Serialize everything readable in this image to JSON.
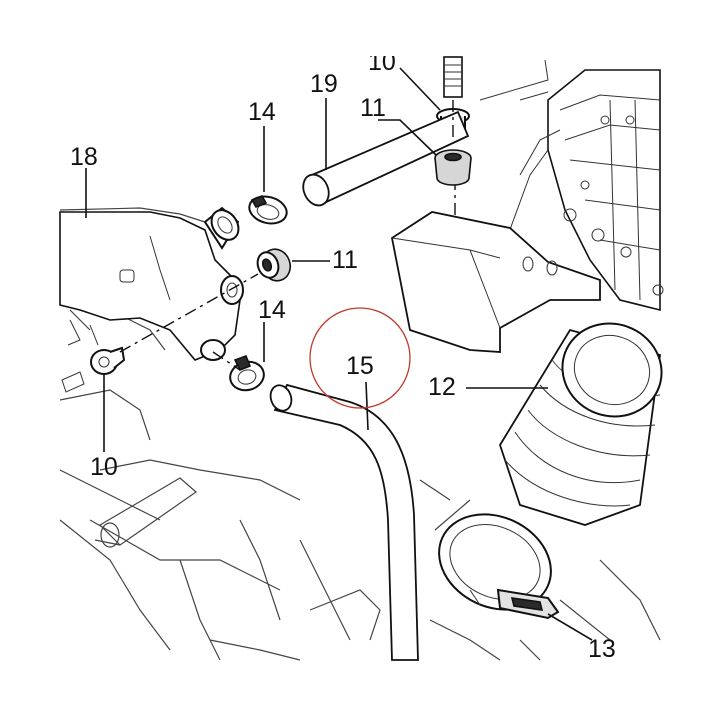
{
  "callouts": {
    "c10_top": "10",
    "c19": "19",
    "c11_top": "11",
    "c14_top": "14",
    "c18": "18",
    "c11_mid": "11",
    "c14_mid": "14",
    "c15": "15",
    "c12": "12",
    "c10_bottom": "10",
    "c13": "13"
  },
  "colors": {
    "highlight_circle": "#c0392b",
    "line": "#111111",
    "background": "#ffffff"
  }
}
